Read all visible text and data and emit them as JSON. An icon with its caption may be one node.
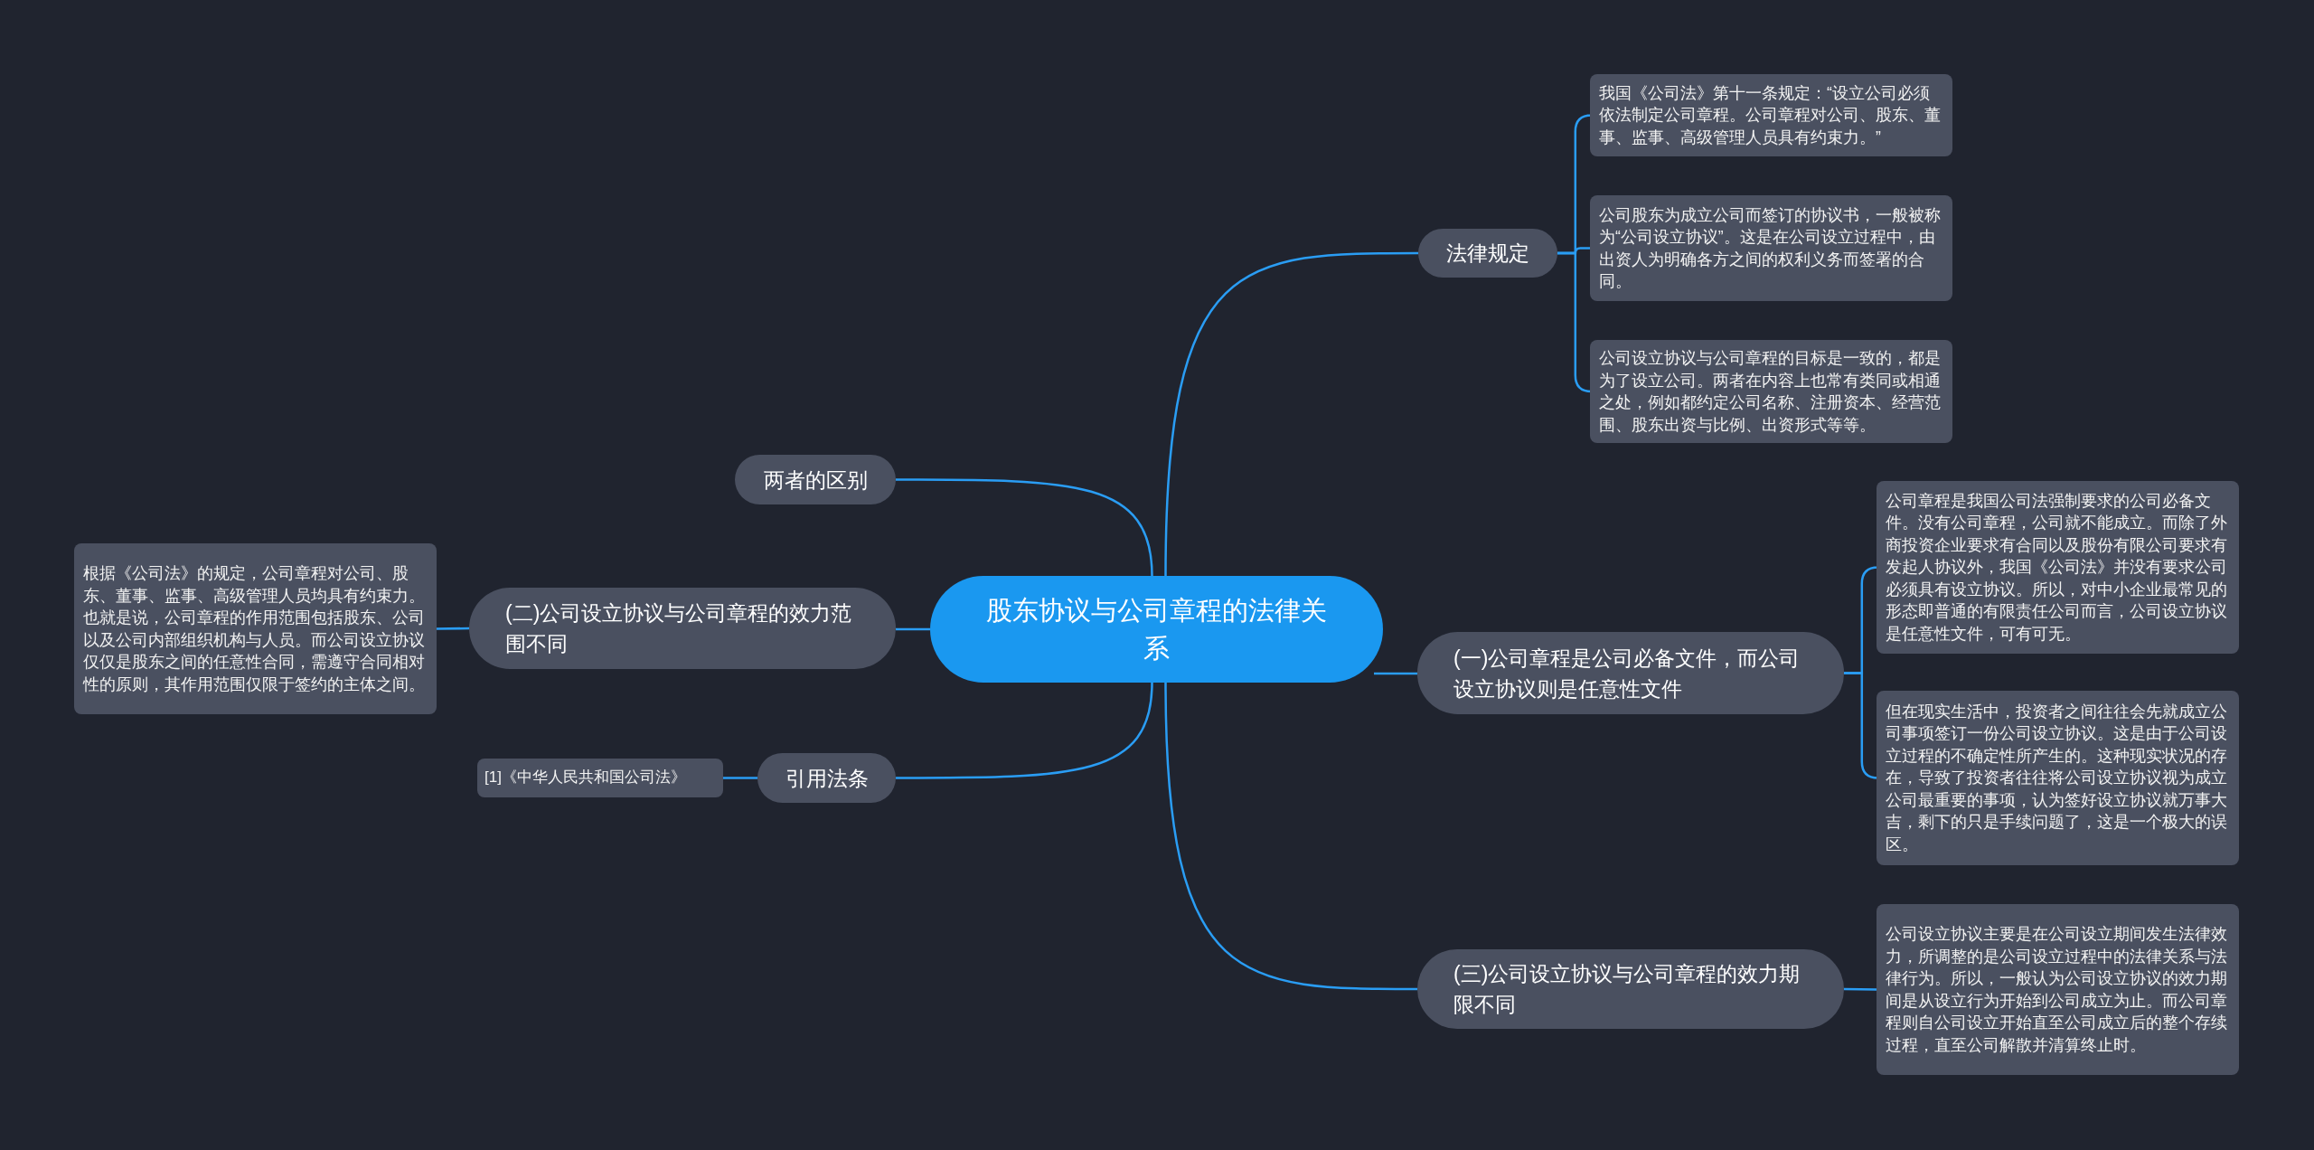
{
  "diagram": {
    "nodes": [
      {
        "text": [
          "股东协议与公司章程的法律关系"
        ]
      },
      {
        "text": [
          "法律规定"
        ]
      },
      {
        "text": [
          "我国《公司法》第十一条规定：“设立公司必须依法制定公司章程。公司章程对公司、股东、董事、监事、高级管理人员具有约束力。”"
        ]
      },
      {
        "text": [
          "公司股东为成立公司而签订的协议书，一般被称为“公司设立协议”。这是在公司设立过程中，由出资人为明确各方之间的权利义务而签署的合同。"
        ]
      },
      {
        "text": [
          "公司设立协议与公司章程的目标是一致的，都是为了设立公司。两者在内容上也常有类同或相通之处，例如都约定公司名称、注册资本、经营范围、股东出资与比例、出资形式等等。"
        ]
      },
      {
        "text": [
          "两者的区别"
        ]
      },
      {
        "text": [
          "(一)公司章程是公司必备文件，而公司设立协议则是任意性文件"
        ]
      },
      {
        "text": [
          "公司章程是我国公司法强制要求的公司必备文件。没有公司章程，公司就不能成立。而除了外商投资企业要求有合同以及股份有限公司要求有发起人协议外，我国《公司法》并没有要求公司必须具有设立协议。所以，对中小企业最常见的形态即普通的有限责任公司而言，公司设立协议是任意性文件，可有可无。"
        ]
      },
      {
        "text": [
          "但在现实生活中，投资者之间往往会先就成立公司事项签订一份公司设立协议。这是由于公司设立过程的不确定性所产生的。这种现实状况的存在，导致了投资者往往将公司设立协议视为成立公司最重要的事项，认为签好设立协议就万事大吉，剩下的只是手续问题了，这是一个极大的误区。"
        ]
      },
      {
        "text": [
          "(二)公司设立协议与公司章程的效力范围不同"
        ]
      },
      {
        "text": [
          "根据《公司法》的规定，公司章程对公司、股东、董事、监事、高级管理人员均具有约束力。也就是说，公司章程的作用范围包括股东、公司以及公司内部组织机构与人员。而公司设立协议仅仅是股东之间的任意性合同，需遵守合同相对性的原则，其作用范围仅限于签约的主体之间。"
        ]
      },
      {
        "text": [
          "引用法条"
        ]
      },
      {
        "text": [
          "[1]《中华人民共和国公司法》"
        ]
      },
      {
        "text": [
          "(三)公司设立协议与公司章程的效力期限不同"
        ]
      },
      {
        "text": [
          "公司设立协议主要是在公司设立期间发生法律效力，所调整的是公司设立过程中的法律关系与法律行为。所以，一般认为公司设立协议的效力期间是从设立行为开始到公司成立为止。而公司章程则自公司设立开始直至公司成立后的整个存续过程，直至公司解散并清算终止时。"
        ]
      }
    ],
    "edges": [
      {
        "from": 0,
        "to": 1,
        "arrow": "none"
      },
      {
        "from": 1,
        "to": 2,
        "arrow": "none"
      },
      {
        "from": 1,
        "to": 3,
        "arrow": "none"
      },
      {
        "from": 1,
        "to": 4,
        "arrow": "none"
      },
      {
        "from": 0,
        "to": 5,
        "arrow": "none"
      },
      {
        "from": 0,
        "to": 6,
        "arrow": "none"
      },
      {
        "from": 6,
        "to": 7,
        "arrow": "none"
      },
      {
        "from": 6,
        "to": 8,
        "arrow": "none"
      },
      {
        "from": 0,
        "to": 9,
        "arrow": "none"
      },
      {
        "from": 9,
        "to": 10,
        "arrow": "none"
      },
      {
        "from": 0,
        "to": 11,
        "arrow": "none"
      },
      {
        "from": 11,
        "to": 12,
        "arrow": "none"
      },
      {
        "from": 0,
        "to": 13,
        "arrow": "none"
      },
      {
        "from": 13,
        "to": 14,
        "arrow": "none"
      }
    ]
  }
}
